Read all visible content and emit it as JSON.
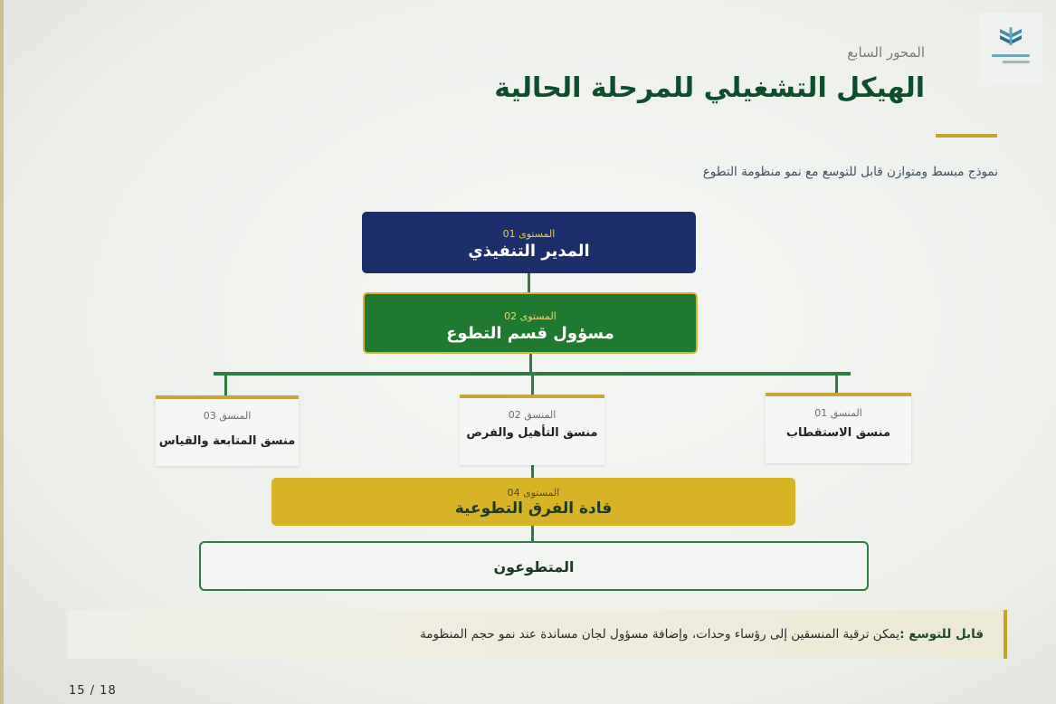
{
  "header": {
    "kicker": "المحور السابع",
    "title": "الهيكل التشغيلي للمرحلة الحالية",
    "subtitle": "نموذج مبسط ومتوازن قابل للتوسع مع نمو منظومة التطوع"
  },
  "levels": [
    {
      "tag": "المستوى 01",
      "name": "المدير التنفيذي"
    },
    {
      "tag": "المستوى 02",
      "name": "مسؤول قسم التطوع"
    },
    {
      "tag": "المستوى 04",
      "name": "قادة الفرق التطوعية"
    }
  ],
  "coordinators": [
    {
      "tag": "المنسق 01",
      "name": "منسق الاستقطاب"
    },
    {
      "tag": "المنسق 02",
      "name": "منسق التأهيل والفرص"
    },
    {
      "tag": "المنسق 03",
      "name": "منسق المتابعة والقياس"
    }
  ],
  "volunteers": "المتطوعون",
  "note": {
    "label": "قابل للتوسع :",
    "text": "يمكن ترقية المنسقين إلى رؤساء وحدات، وإضافة مسؤول لجان مساندة عند نمو حجم المنظومة"
  },
  "pager": "15 / 18",
  "colors": {
    "navy": "#1d2f6b",
    "green": "#1f7a2f",
    "gold": "#d6b425",
    "title_green": "#0f4e2c"
  }
}
